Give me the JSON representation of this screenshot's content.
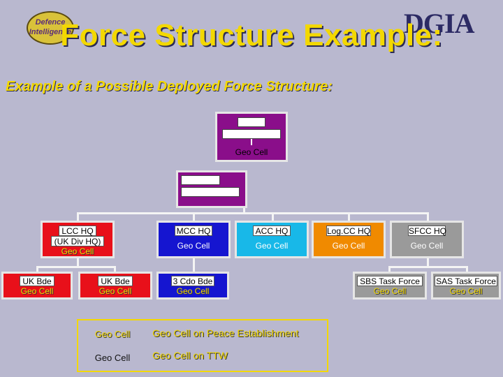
{
  "title": "Force Structure Example:",
  "subtitle": "Example of a Possible Deployed Force Structure:",
  "logo_left": [
    "Defence",
    "Intelligence"
  ],
  "logo_right": "DGIA",
  "colors": {
    "purple": "#8a0e8a",
    "red": "#e8101a",
    "blue": "#1515d0",
    "cyan": "#18b8e8",
    "orange": "#f08a00",
    "grey": "#9a9a9a",
    "yellow": "#f3d800"
  },
  "top": {
    "geo": "Geo Cell"
  },
  "components": [
    {
      "h1": "LCC HQ",
      "h2": "(UK Div HQ)",
      "geo": "Geo Cell",
      "geo_type": "peace"
    },
    {
      "h1": "MCC HQ",
      "geo": "Geo Cell",
      "geo_type": "ttw"
    },
    {
      "h1": "ACC HQ",
      "geo": "Geo Cell",
      "geo_type": "ttw"
    },
    {
      "h1": "Log.CC HQ",
      "geo": "Geo Cell",
      "geo_type": "ttw"
    },
    {
      "h1": "SFCC HQ",
      "geo": "Geo Cell",
      "geo_type": "ttw"
    }
  ],
  "subunits": [
    {
      "h1": "UK Bde",
      "geo": "Geo Cell"
    },
    {
      "h1": "UK Bde",
      "geo": "Geo Cell"
    },
    {
      "h1": "3 Cdo Bde",
      "geo": "Geo Cell"
    },
    {
      "h1": "SBS Task Force",
      "geo": "Geo Cell"
    },
    {
      "h1": "SAS Task Force",
      "geo": "Geo Cell"
    }
  ],
  "legend": {
    "peace_sample": "Geo Cell",
    "peace_text": "Geo Cell on Peace Establishment",
    "ttw_sample": "Geo Cell",
    "ttw_text": "Geo Cell on TTW"
  }
}
